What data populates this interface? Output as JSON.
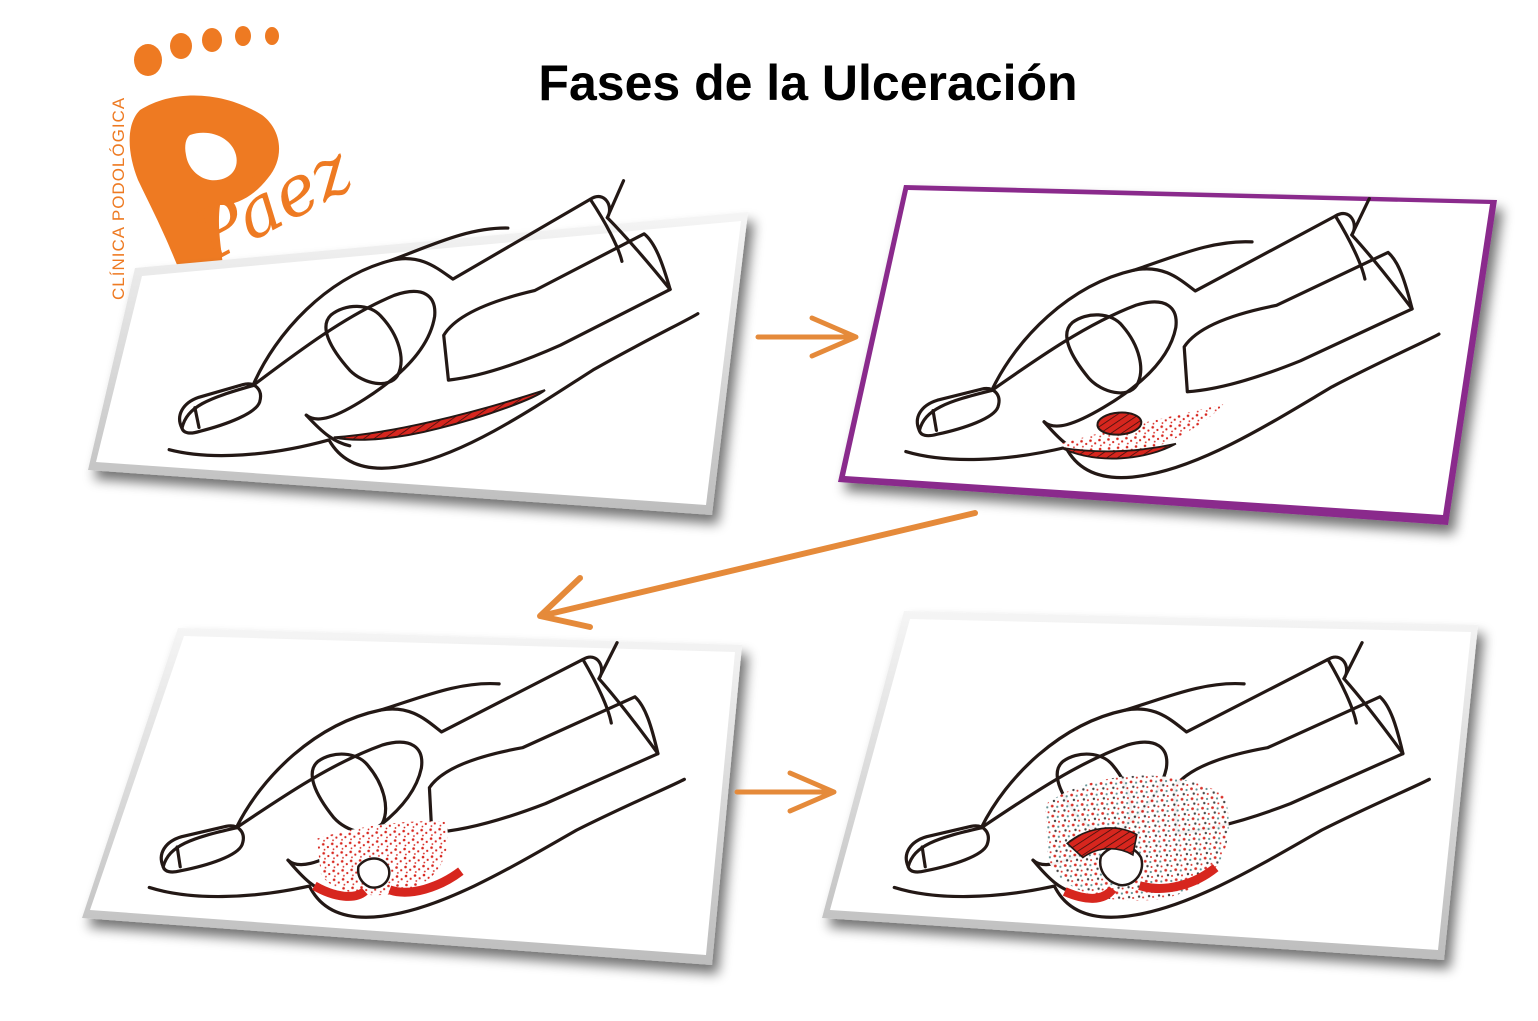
{
  "title": "Fases de la Ulceración",
  "logo": {
    "vertical_text": "CLÍNICA PODOLÓGICA",
    "brand_text": "Páez"
  },
  "colors": {
    "logo_orange": "#EE7A22",
    "arrow_orange": "#E58A3A",
    "lesion_red": "#D7261E",
    "outline": "#231815",
    "panel_frame": "#d9d9d9",
    "highlight_frame": "#8A2A8C"
  },
  "panels": [
    {
      "stage": 1,
      "lesion": "callus-red-band",
      "highlighted": false
    },
    {
      "stage": 2,
      "lesion": "hematoma-under-callus",
      "highlighted": true
    },
    {
      "stage": 3,
      "lesion": "open-ulcer-inflammation",
      "highlighted": false
    },
    {
      "stage": 4,
      "lesion": "deep-ulcer-infection",
      "highlighted": false
    }
  ],
  "arrows": [
    {
      "from": 1,
      "to": 2,
      "icon": "arrow-right-icon"
    },
    {
      "from": 2,
      "to": 3,
      "icon": "arrow-down-left-icon"
    },
    {
      "from": 3,
      "to": 4,
      "icon": "arrow-right-icon"
    }
  ]
}
